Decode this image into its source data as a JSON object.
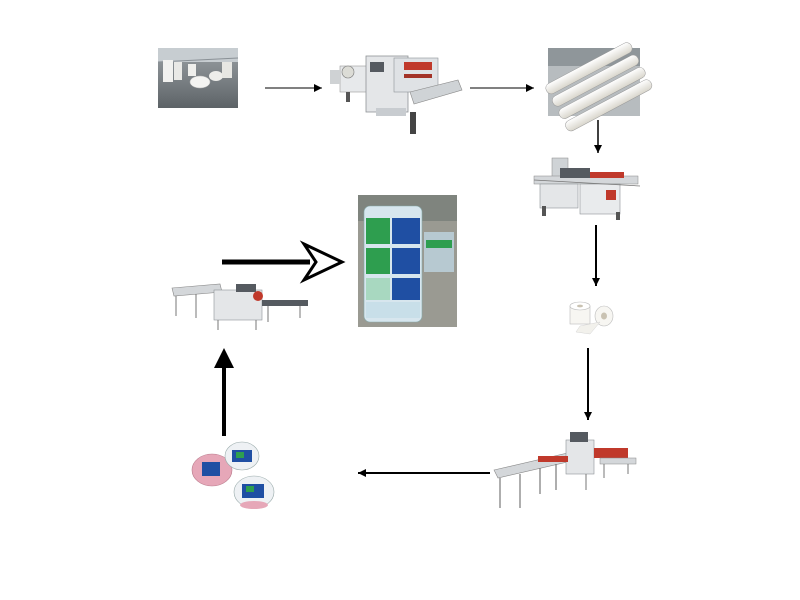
{
  "diagram": {
    "type": "process-flow",
    "description_visible_text": "",
    "stages": [
      {
        "id": "jumbo-roll-warehouse",
        "icon": "warehouse-photo-icon"
      },
      {
        "id": "rewinding-machine",
        "icon": "rewinding-machine-icon"
      },
      {
        "id": "log-rolls",
        "icon": "paper-log-rolls-icon"
      },
      {
        "id": "log-saw-cutter",
        "icon": "log-saw-machine-icon"
      },
      {
        "id": "single-rolls",
        "icon": "toilet-roll-icon"
      },
      {
        "id": "single-roll-packing-machine",
        "icon": "single-packing-machine-icon"
      },
      {
        "id": "wrapped-single-rolls",
        "icon": "wrapped-rolls-icon"
      },
      {
        "id": "bundle-packing-machine",
        "icon": "bundle-packing-machine-icon"
      },
      {
        "id": "packed-bundles",
        "icon": "packed-bundle-photo-icon"
      }
    ],
    "flow": [
      [
        "jumbo-roll-warehouse",
        "rewinding-machine"
      ],
      [
        "rewinding-machine",
        "log-rolls"
      ],
      [
        "log-rolls",
        "log-saw-cutter"
      ],
      [
        "log-saw-cutter",
        "single-rolls"
      ],
      [
        "single-rolls",
        "single-roll-packing-machine"
      ],
      [
        "single-roll-packing-machine",
        "wrapped-single-rolls"
      ],
      [
        "wrapped-single-rolls",
        "bundle-packing-machine"
      ],
      [
        "bundle-packing-machine",
        "packed-bundles"
      ]
    ],
    "colors": {
      "arrow": "#000000",
      "background": "#ffffff",
      "machine_body": "#e4e6e8",
      "machine_dark": "#555a60",
      "accent_red": "#c0392b",
      "wrap_blue": "#1f4fa3",
      "wrap_green": "#2e9e4f",
      "pink": "#e6a7b8"
    }
  }
}
